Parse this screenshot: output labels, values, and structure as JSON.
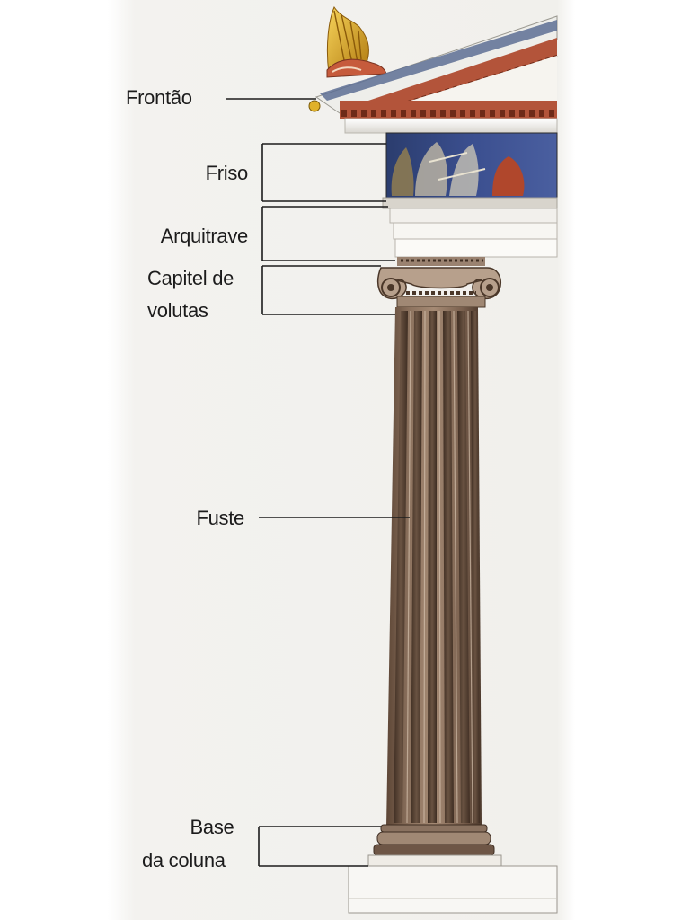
{
  "labels": {
    "pediment": "Frontão",
    "frieze": "Friso",
    "architrave": "Arquitrave",
    "capital_line1": "Capitel de",
    "capital_line2": "volutas",
    "shaft": "Fuste",
    "base_line1": "Base",
    "base_line2": "da coluna"
  },
  "colors": {
    "paper": "#f1f0ec",
    "leader_line": "#1c1c1c",
    "stone": "#8a7260",
    "terracotta": "#b3543a",
    "frieze_blue": "#3b4f8f",
    "gold": "#d9a520"
  }
}
